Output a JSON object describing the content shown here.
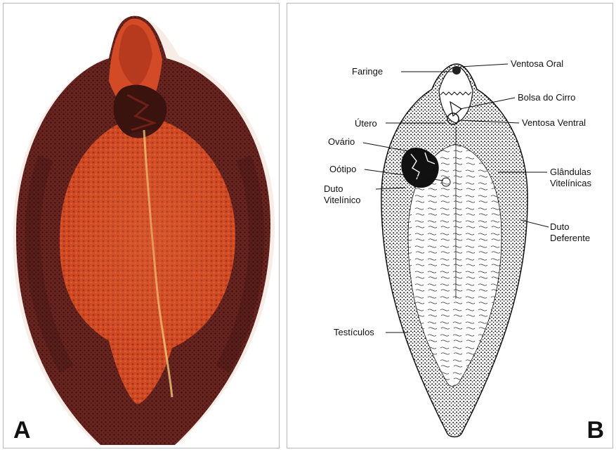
{
  "panel_a": {
    "letter": "A"
  },
  "panel_b": {
    "letter": "B",
    "labels": {
      "faringe": "Faringe",
      "ventosa_oral": "Ventosa Oral",
      "bolsa_do_cirro": "Bolsa do Cirro",
      "utero": "Útero",
      "ventosa_ventral": "Ventosa Ventral",
      "ovario": "Ovário",
      "ootipo": "Oótipo",
      "glandulas_1": "Glândulas",
      "glandulas_2": "Vitelínicas",
      "duto_vitelinico_1": "Duto",
      "duto_vitelinico_2": "Vitelínico",
      "duto_deferente_1": "Duto",
      "duto_deferente_2": "Deferente",
      "testiculos": "Testículos"
    }
  },
  "colors": {
    "body_dark": "#5a1e1a",
    "body_mid": "#8a2f22",
    "body_red": "#c8401f",
    "body_bright": "#d9522a",
    "ink": "#111111"
  }
}
